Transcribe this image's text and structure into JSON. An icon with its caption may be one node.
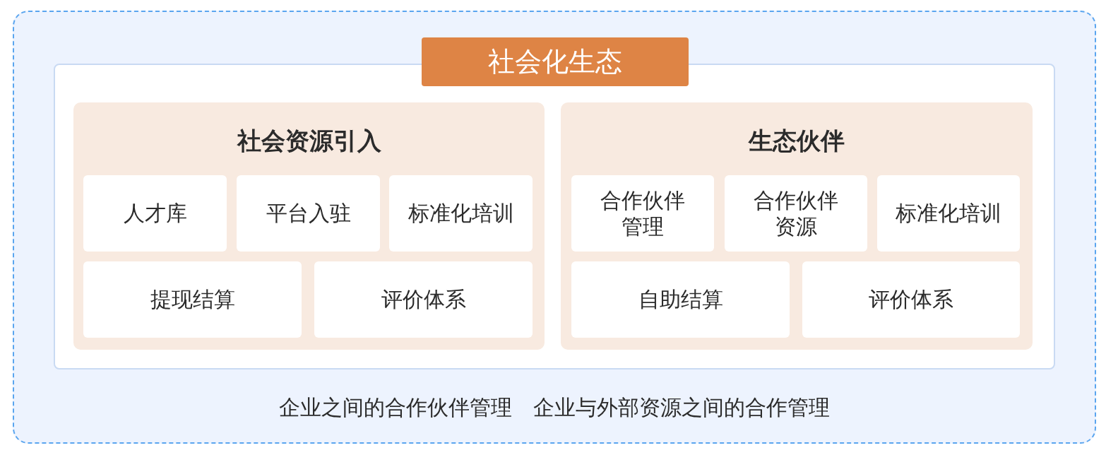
{
  "diagram": {
    "nodes": [
      {
        "text": [
          "企业之间的合作伙伴管理",
          "企业与外部资源之间的合作管理"
        ]
      },
      {
        "text": [
          "社会化生态"
        ],
        "in": 0
      },
      {
        "text": [
          "社会资源引入"
        ],
        "in": 1
      },
      {
        "text": [
          "人才库"
        ],
        "in": 2
      },
      {
        "text": [
          "平台入驻"
        ],
        "in": 2
      },
      {
        "text": [
          "标准化培训"
        ],
        "in": 2
      },
      {
        "text": [
          "提现结算"
        ],
        "in": 2
      },
      {
        "text": [
          "评价体系"
        ],
        "in": 2
      },
      {
        "text": [
          "生态伙伴"
        ],
        "in": 1
      },
      {
        "text": [
          "合作伙伴管理"
        ],
        "in": 8
      },
      {
        "text": [
          "合作伙伴资源"
        ],
        "in": 8
      },
      {
        "text": [
          "标准化培训"
        ],
        "in": 8
      },
      {
        "text": [
          "自助结算"
        ],
        "in": 8
      },
      {
        "text": [
          "评价体系"
        ],
        "in": 8
      }
    ],
    "edges": []
  }
}
